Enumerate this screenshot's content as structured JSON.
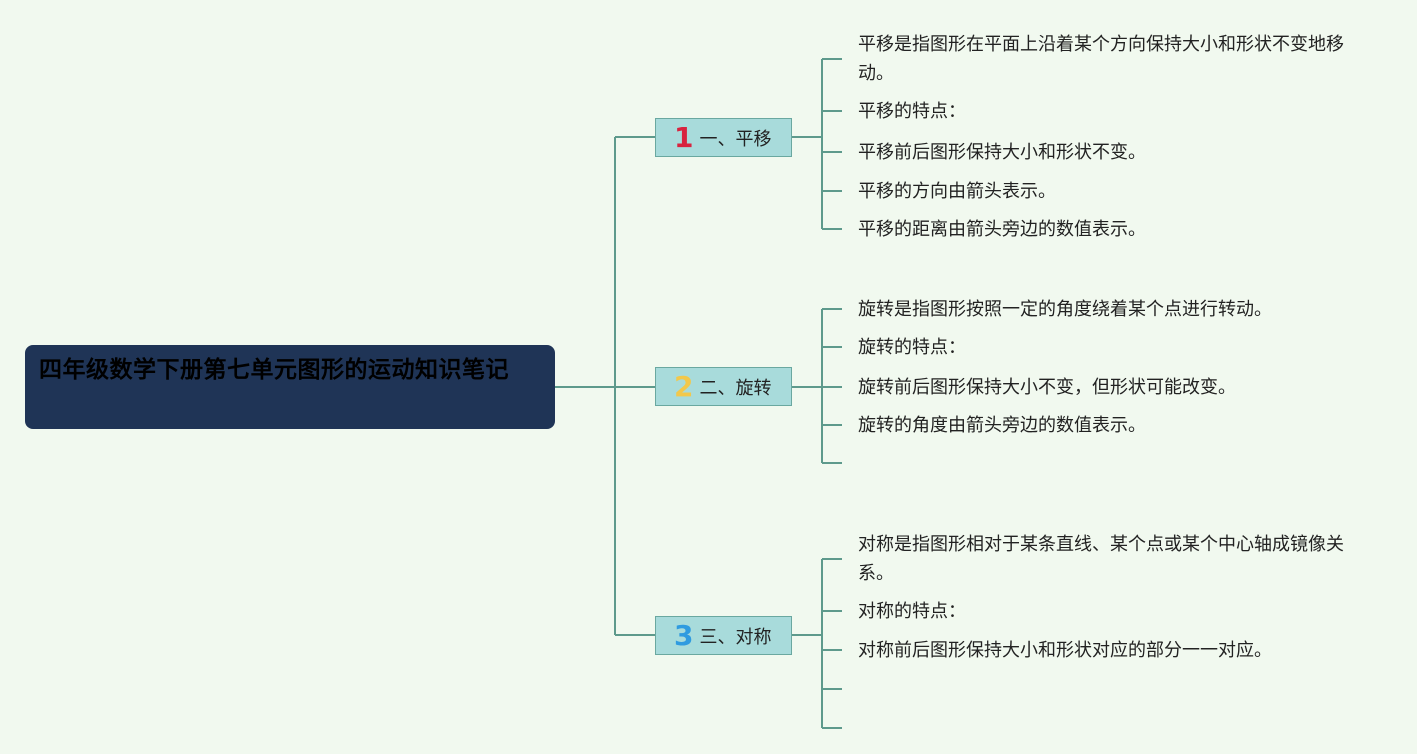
{
  "root": {
    "title": "四年级数学下册第七单元图形的运动知识笔记"
  },
  "branches": [
    {
      "number": "1",
      "color": "#d8233f",
      "label": "一、平移",
      "leaves": [
        "平移是指图形在平面上沿着某个方向保持大小和形状不变地移动。",
        "平移的特点：",
        "平移前后图形保持大小和形状不变。",
        "平移的方向由箭头表示。",
        "平移的距离由箭头旁边的数值表示。"
      ]
    },
    {
      "number": "2",
      "color": "#f2c84b",
      "label": "二、旋转",
      "leaves": [
        "旋转是指图形按照一定的角度绕着某个点进行转动。",
        "旋转的特点：",
        "旋转前后图形保持大小不变，但形状可能改变。",
        "旋转的角度由箭头旁边的数值表示。",
        ""
      ]
    },
    {
      "number": "3",
      "color": "#2f9be0",
      "label": "三、对称",
      "leaves": [
        "对称是指图形相对于某条直线、某个点或某个中心轴成镜像关系。",
        "对称的特点：",
        "对称前后图形保持大小和形状对应的部分一一对应。",
        "",
        ""
      ]
    }
  ],
  "line_color": "#5e9a8c"
}
